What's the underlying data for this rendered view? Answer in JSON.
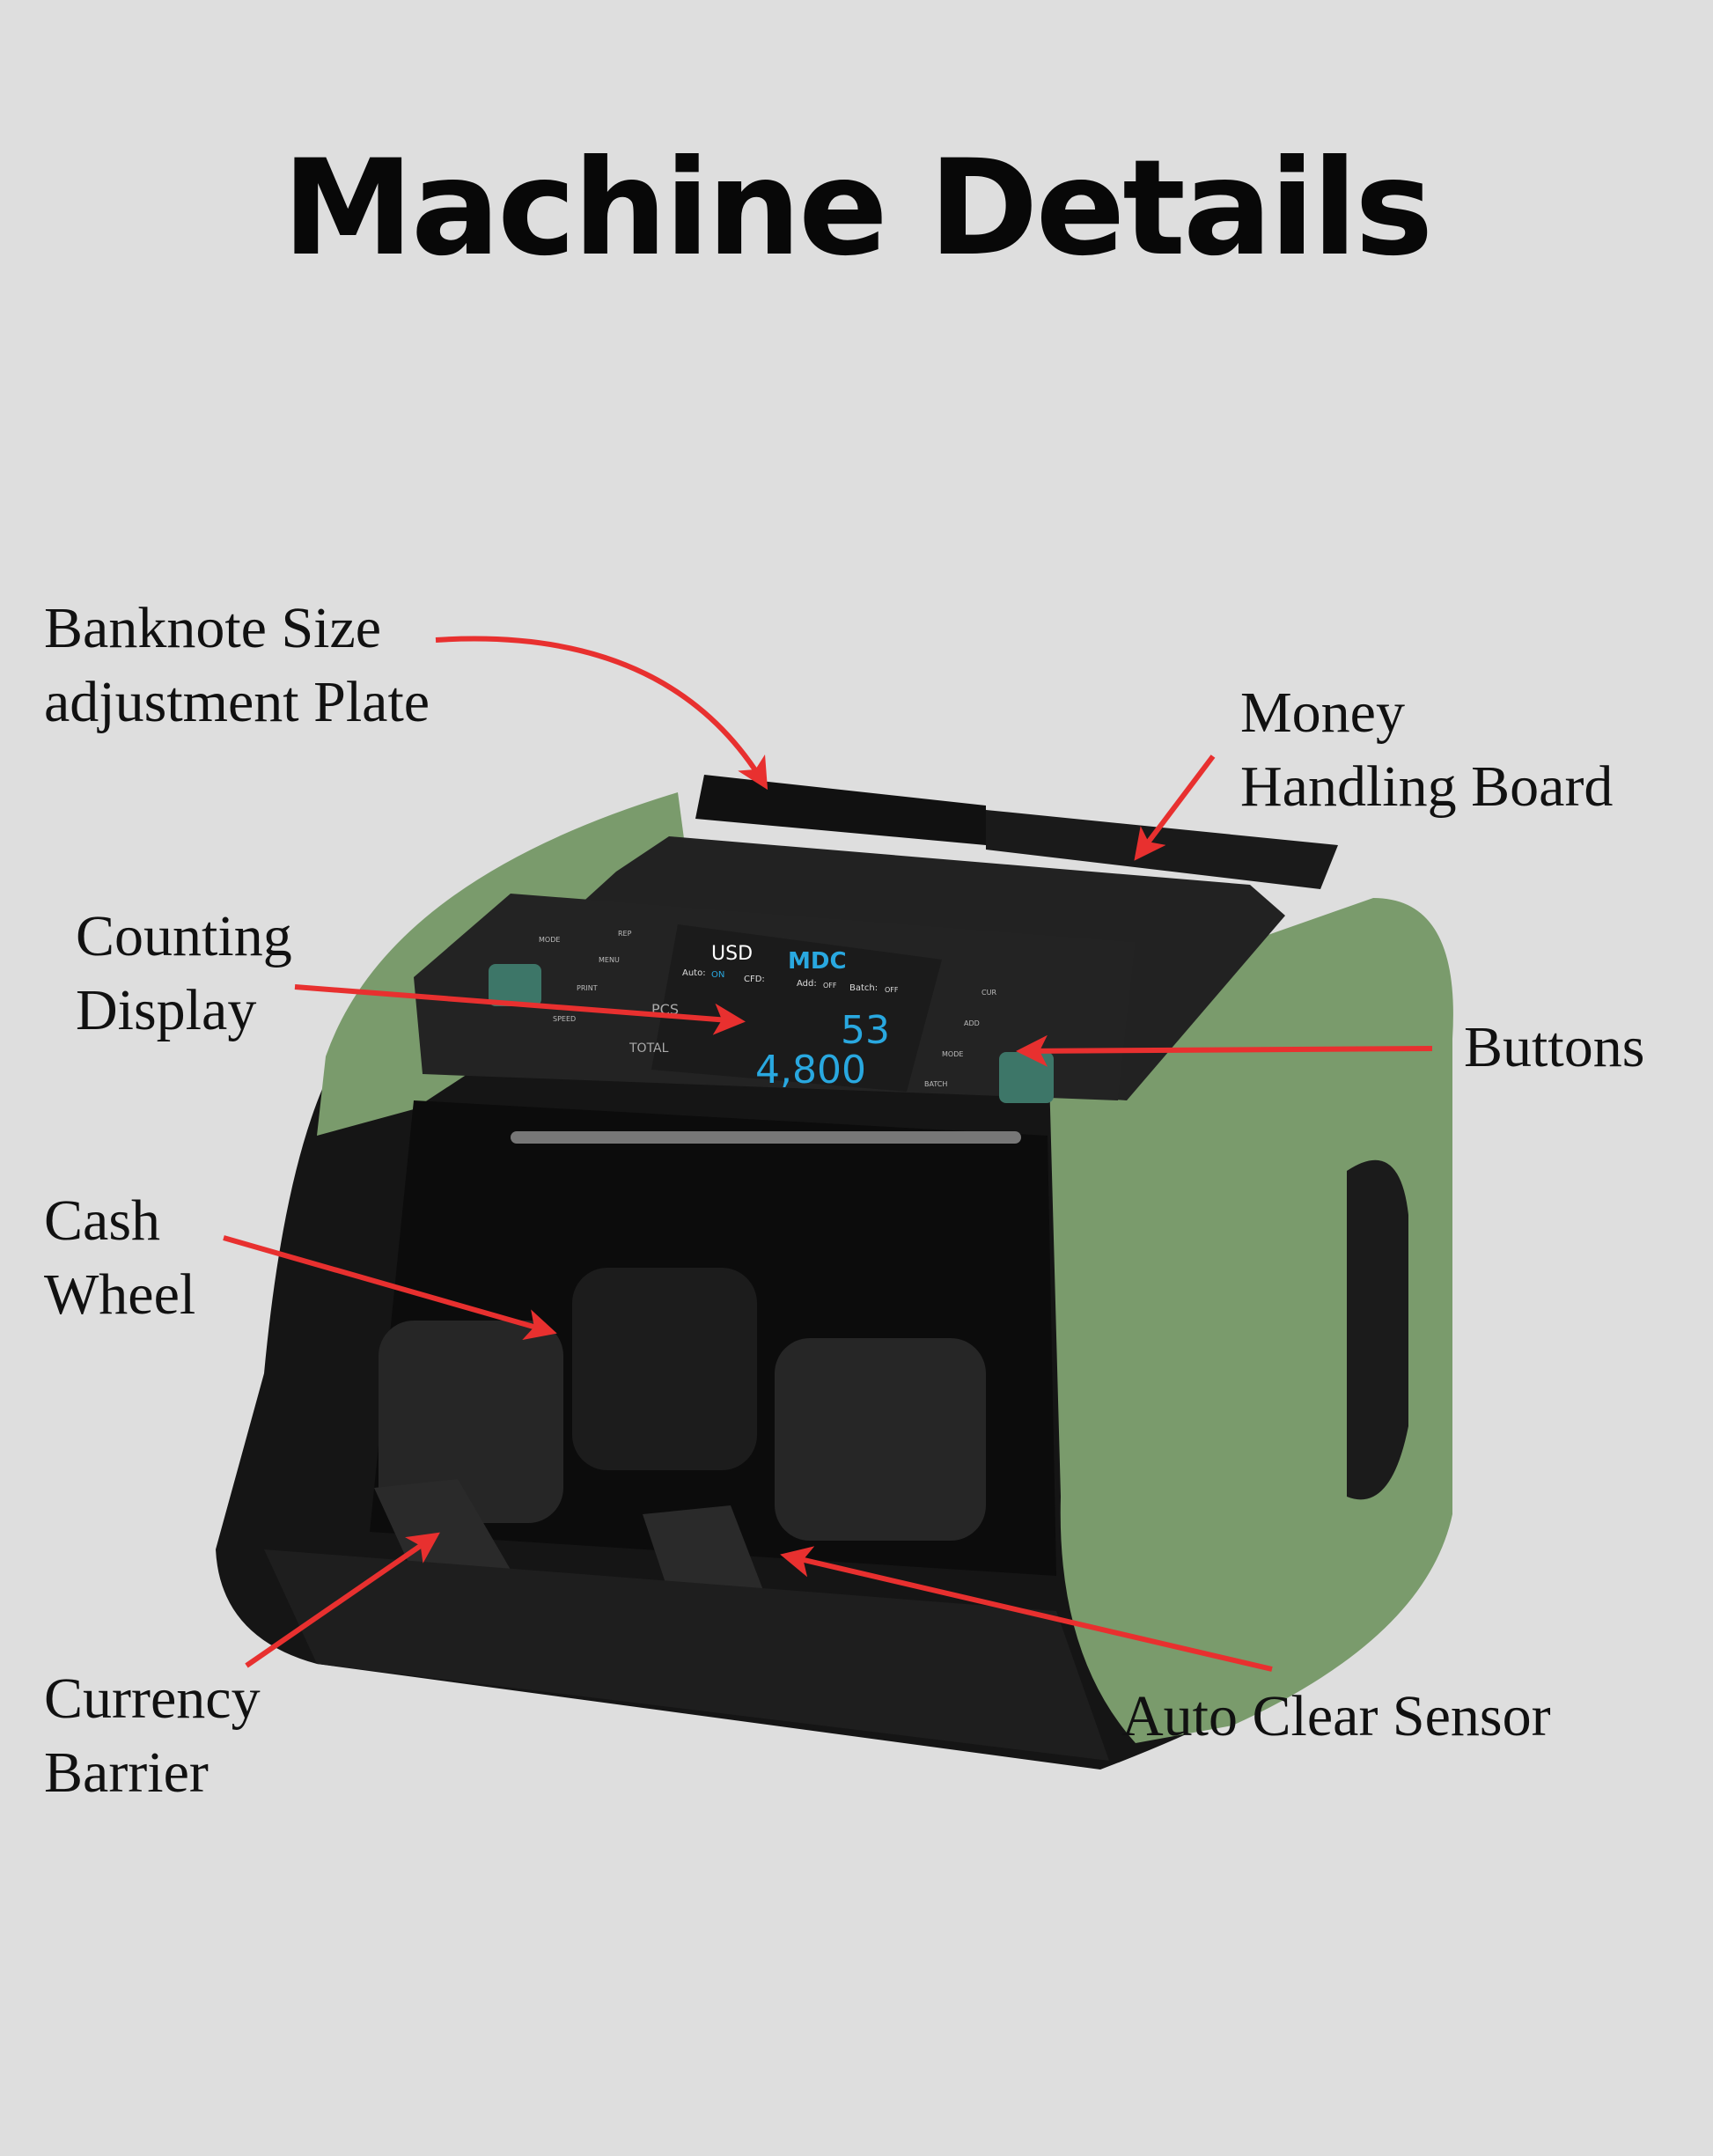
{
  "title": "Machine Details",
  "labels": {
    "banknote_size": [
      "Banknote Size",
      "adjustment Plate"
    ],
    "money_handling": [
      "Money",
      "Handling Board"
    ],
    "counting_display": [
      "Counting",
      "Display"
    ],
    "buttons": "Buttons",
    "cash_wheel": [
      "Cash",
      "Wheel"
    ],
    "currency_barrier": [
      "Currency",
      "Barrier"
    ],
    "auto_clear": "Auto Clear Sensor"
  },
  "machine_display": {
    "currency": "USD",
    "mode": "MDC",
    "auto_label": "Auto:",
    "auto_value": "ON",
    "cfd_label": "CFD:",
    "add_label": "Add:",
    "add_value": "OFF",
    "batch_label": "Batch:",
    "batch_value": "OFF",
    "pcs_label": "PCS",
    "pcs_value": "53",
    "total_label": "TOTAL",
    "total_value": "4,800"
  },
  "left_buttons": [
    "MODE",
    "REP",
    "MENU",
    "PRINT",
    "SPEED"
  ],
  "right_buttons": [
    "CUR",
    "ADD",
    "MODE",
    "BATCH"
  ],
  "colors": {
    "arrow": "#e8302f",
    "body_green": "#7a9b6c",
    "display_blue": "#29a8e0"
  }
}
